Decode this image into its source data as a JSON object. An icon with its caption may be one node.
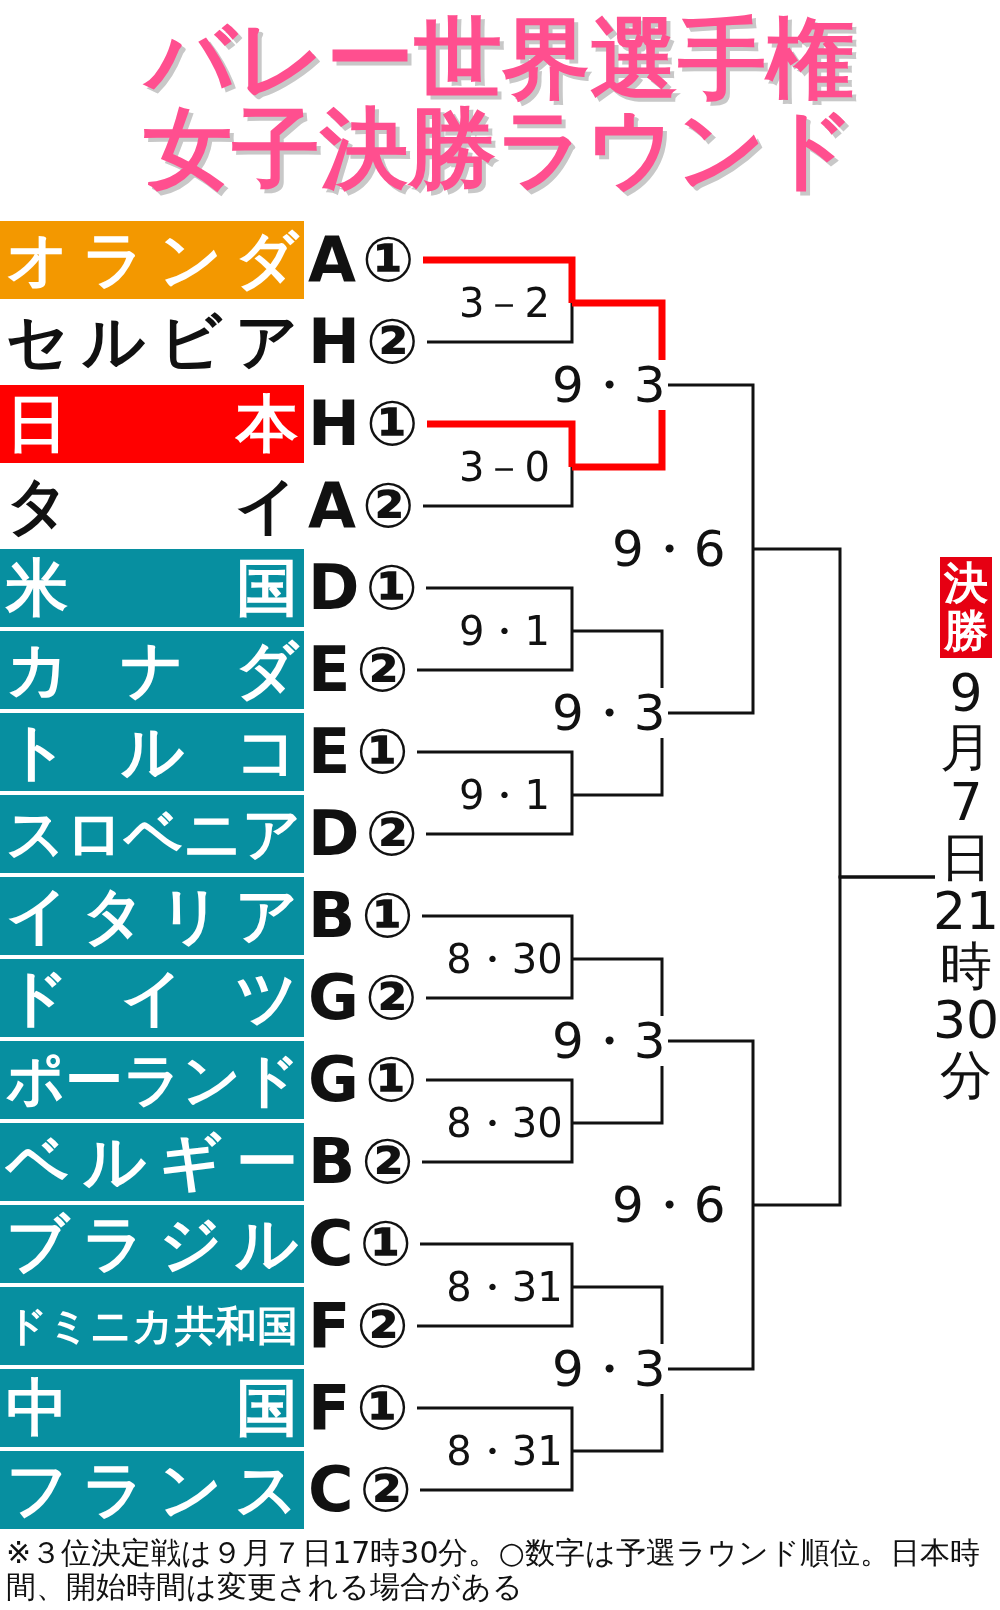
{
  "diagram": {
    "title": "バレー世界選手権女子決勝ラウンド",
    "caption": "※３位決定戦は９月７日17時30分。○数字は予選ラウンド順位。日本時間、開始時間は変更される場合がある",
    "nodes": [
      {
        "text": [
          "オランダ"
        ],
        "beside": [
          "A①"
        ]
      },
      {
        "text": [
          "セルビア"
        ],
        "beside": [
          "H②"
        ]
      },
      {
        "text": [
          "日本"
        ],
        "beside": [
          "H①"
        ]
      },
      {
        "text": [
          "タイ"
        ],
        "beside": [
          "A②"
        ]
      },
      {
        "text": [
          "米国"
        ],
        "beside": [
          "D①"
        ]
      },
      {
        "text": [
          "カナダ"
        ],
        "beside": [
          "E②"
        ]
      },
      {
        "text": [
          "トルコ"
        ],
        "beside": [
          "E①"
        ]
      },
      {
        "text": [
          "スロベニア"
        ],
        "beside": [
          "D②"
        ]
      },
      {
        "text": [
          "イタリア"
        ],
        "beside": [
          "B①"
        ]
      },
      {
        "text": [
          "ドイツ"
        ],
        "beside": [
          "G②"
        ]
      },
      {
        "text": [
          "ポーランド"
        ],
        "beside": [
          "G①"
        ]
      },
      {
        "text": [
          "ベルギー"
        ],
        "beside": [
          "B②"
        ]
      },
      {
        "text": [
          "ブラジル"
        ],
        "beside": [
          "C①"
        ]
      },
      {
        "text": [
          "ドミニカ共和国"
        ],
        "beside": [
          "F②"
        ]
      },
      {
        "text": [
          "中国"
        ],
        "beside": [
          "F①"
        ]
      },
      {
        "text": [
          "フランス"
        ],
        "beside": [
          "C②"
        ]
      },
      {
        "text": [
          "3－2"
        ]
      },
      {
        "text": [
          "3－0"
        ]
      },
      {
        "text": [
          "9・1"
        ]
      },
      {
        "text": [
          "9・1"
        ]
      },
      {
        "text": [
          "8・30"
        ]
      },
      {
        "text": [
          "8・30"
        ]
      },
      {
        "text": [
          "8・31"
        ]
      },
      {
        "text": [
          "8・31"
        ]
      },
      {
        "text": [
          "9・3"
        ]
      },
      {
        "text": [
          "9・3"
        ]
      },
      {
        "text": [
          "9・3"
        ]
      },
      {
        "text": [
          "9・3"
        ]
      },
      {
        "text": [
          "9・6"
        ]
      },
      {
        "text": [
          "9・6"
        ]
      },
      {
        "text": [
          "決勝",
          "9月7日21時30分"
        ]
      }
    ],
    "edges": [
      {
        "from": 0,
        "to": 16,
        "arrow": "none",
        "style": "thick",
        "color": "#ff0000"
      },
      {
        "from": 1,
        "to": 16,
        "arrow": "none"
      },
      {
        "from": 2,
        "to": 17,
        "arrow": "none",
        "style": "thick",
        "color": "#ff0000"
      },
      {
        "from": 3,
        "to": 17,
        "arrow": "none"
      },
      {
        "from": 4,
        "to": 18,
        "arrow": "none"
      },
      {
        "from": 5,
        "to": 18,
        "arrow": "none"
      },
      {
        "from": 6,
        "to": 19,
        "arrow": "none"
      },
      {
        "from": 7,
        "to": 19,
        "arrow": "none"
      },
      {
        "from": 8,
        "to": 20,
        "arrow": "none"
      },
      {
        "from": 9,
        "to": 20,
        "arrow": "none"
      },
      {
        "from": 10,
        "to": 21,
        "arrow": "none"
      },
      {
        "from": 11,
        "to": 21,
        "arrow": "none"
      },
      {
        "from": 12,
        "to": 22,
        "arrow": "none"
      },
      {
        "from": 13,
        "to": 22,
        "arrow": "none"
      },
      {
        "from": 14,
        "to": 23,
        "arrow": "none"
      },
      {
        "from": 15,
        "to": 23,
        "arrow": "none"
      },
      {
        "from": 16,
        "to": 24,
        "arrow": "none",
        "style": "thick",
        "color": "#ff0000"
      },
      {
        "from": 17,
        "to": 24,
        "arrow": "none",
        "style": "thick",
        "color": "#ff0000"
      },
      {
        "from": 18,
        "to": 25,
        "arrow": "none"
      },
      {
        "from": 19,
        "to": 25,
        "arrow": "none"
      },
      {
        "from": 20,
        "to": 26,
        "arrow": "none"
      },
      {
        "from": 21,
        "to": 26,
        "arrow": "none"
      },
      {
        "from": 22,
        "to": 27,
        "arrow": "none"
      },
      {
        "from": 23,
        "to": 27,
        "arrow": "none"
      },
      {
        "from": 24,
        "to": 28,
        "arrow": "none"
      },
      {
        "from": 25,
        "to": 28,
        "arrow": "none"
      },
      {
        "from": 26,
        "to": 29,
        "arrow": "none"
      },
      {
        "from": 27,
        "to": 29,
        "arrow": "none"
      },
      {
        "from": 28,
        "to": 30,
        "arrow": "none"
      },
      {
        "from": 29,
        "to": 30,
        "arrow": "none"
      }
    ]
  }
}
